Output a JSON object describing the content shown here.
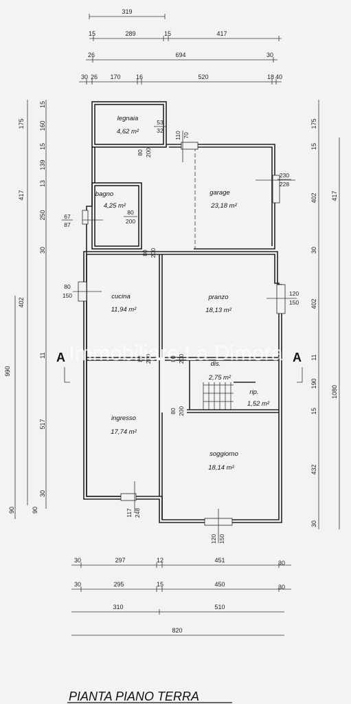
{
  "title": "PIANTA PIANO TERRA",
  "watermark": "Immobiliare La Dimora",
  "section_label": "A",
  "rooms": {
    "legnaia": {
      "name": "legnaia",
      "area": "4,62 m²"
    },
    "garage": {
      "name": "garage",
      "area": "23,18 m²"
    },
    "bagno": {
      "name": "bagno",
      "area": "4,25 m²"
    },
    "cucina": {
      "name": "cucina",
      "area": "11,94 m²"
    },
    "pranzo": {
      "name": "pranzo",
      "area": "18,13 m²"
    },
    "dis": {
      "name": "dis.",
      "area": "2,75 m²"
    },
    "rip": {
      "name": "rip.",
      "area": "1,52 m²"
    },
    "ingresso": {
      "name": "ingresso",
      "area": "17,74 m²"
    },
    "soggiorno": {
      "name": "soggiorno",
      "area": "18,14 m²"
    }
  },
  "openings": {
    "legnaia_win": [
      "53",
      "32"
    ],
    "garage_top": [
      "110",
      "70"
    ],
    "legnaia_door": [
      "80",
      "200"
    ],
    "garage_right": [
      "230",
      "228"
    ],
    "bagno_left": [
      "67",
      "87"
    ],
    "bagno_door": [
      "80",
      "200"
    ],
    "cucina_top": [
      "80",
      "200"
    ],
    "cucina_left": [
      "80",
      "150"
    ],
    "pranzo_right": [
      "120",
      "150"
    ],
    "cucina_ingresso": [
      "80",
      "200"
    ],
    "pranzo_dis": [
      "80",
      "200"
    ],
    "ingresso_soggiorno": [
      "80",
      "200"
    ],
    "ingresso_bottom": [
      "117",
      "248"
    ],
    "soggiorno_bottom": [
      "120",
      "150"
    ]
  },
  "dims_top": {
    "row1": [
      "319"
    ],
    "row2": [
      "15",
      "289",
      "15",
      "417"
    ],
    "row3": [
      "26",
      "694",
      "30"
    ],
    "row4": [
      "30",
      "26",
      "170",
      "16",
      "520",
      "18",
      "40"
    ]
  },
  "dims_bottom": {
    "row1": [
      "30",
      "297",
      "12",
      "451",
      "30"
    ],
    "row2": [
      "30",
      "295",
      "15",
      "450",
      "30"
    ],
    "row3": [
      "310",
      "510"
    ],
    "row4": [
      "820"
    ]
  },
  "dims_left": {
    "inner": [
      "15",
      "160",
      "15",
      "139",
      "13",
      "250",
      "30",
      "11",
      "517",
      "30",
      "90"
    ],
    "middle": [
      "175",
      "417",
      "402",
      "90"
    ],
    "outer": [
      "990"
    ]
  },
  "dims_right": {
    "inner": [
      "175",
      "15",
      "402",
      "30",
      "402",
      "11",
      "190",
      "15",
      "432",
      "30"
    ],
    "outer": [
      "417",
      "1080"
    ]
  }
}
